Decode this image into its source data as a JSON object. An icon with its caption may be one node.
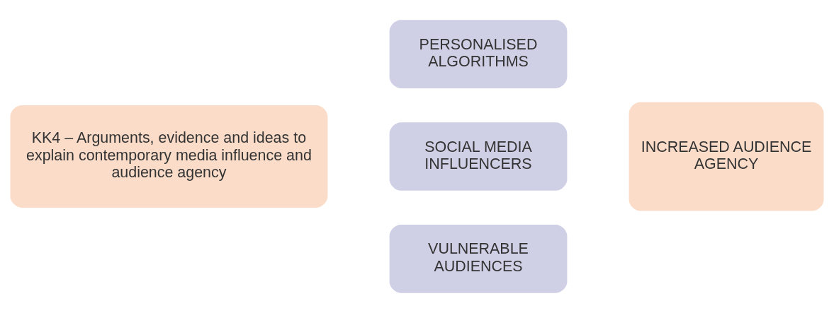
{
  "diagram": {
    "nodes": [
      {
        "text": [
          "KK4 – Arguments, evidence and ideas to explain contemporary media influence and audience agency"
        ]
      },
      {
        "text": [
          "PERSONALISED ALGORITHMS"
        ]
      },
      {
        "text": [
          "SOCIAL MEDIA INFLUENCERS"
        ]
      },
      {
        "text": [
          "VULNERABLE AUDIENCES"
        ]
      },
      {
        "text": [
          "INCREASED AUDIENCE AGENCY"
        ]
      }
    ]
  }
}
